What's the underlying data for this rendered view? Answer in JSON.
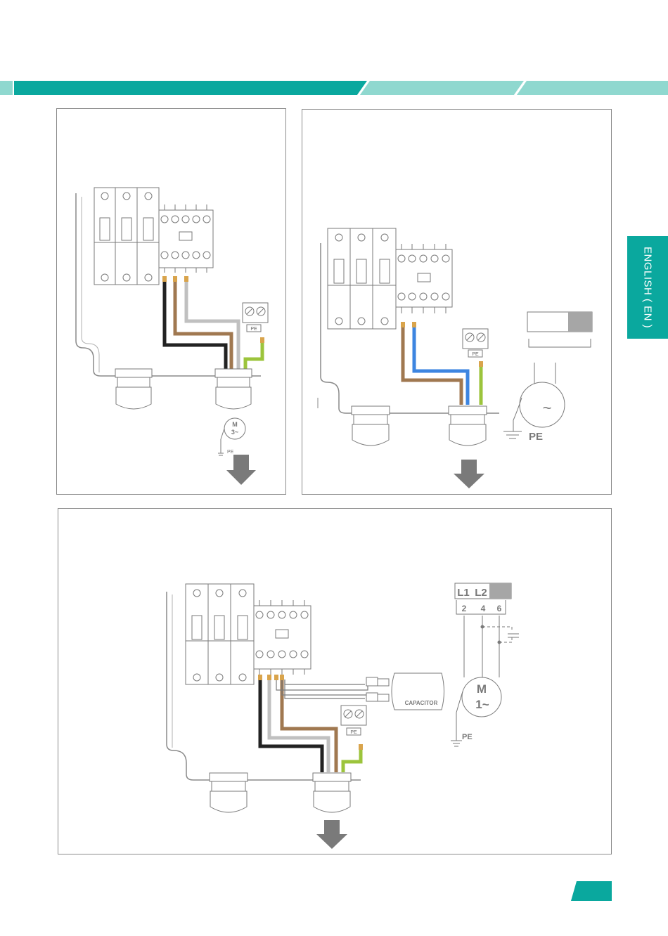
{
  "sidebar": {
    "language_label": "ENGLISH ( EN )"
  },
  "diagrams": {
    "three_phase": {
      "motor_label": "M",
      "motor_phase": "3~",
      "pe_terminal": "PE",
      "pe_ground": "PE"
    },
    "single_phase": {
      "pe_terminal": "PE",
      "pe_ground": "PE",
      "symbol": "~"
    },
    "single_phase_capacitor": {
      "pe_terminal": "PE",
      "capacitor_label": "CAPACITOR",
      "l1": "L1",
      "l2": "L2",
      "terminals": [
        "2",
        "4",
        "6"
      ],
      "motor_label": "M",
      "motor_phase": "1~",
      "pe_ground": "PE"
    }
  },
  "colors": {
    "teal": "#0aa89e",
    "teal_light": "#8fd8cf",
    "wire_brown": "#a07850",
    "wire_black": "#222222",
    "wire_grey": "#c0c0c0",
    "wire_blue": "#3d85e0",
    "wire_pe": "#9cc43c"
  }
}
